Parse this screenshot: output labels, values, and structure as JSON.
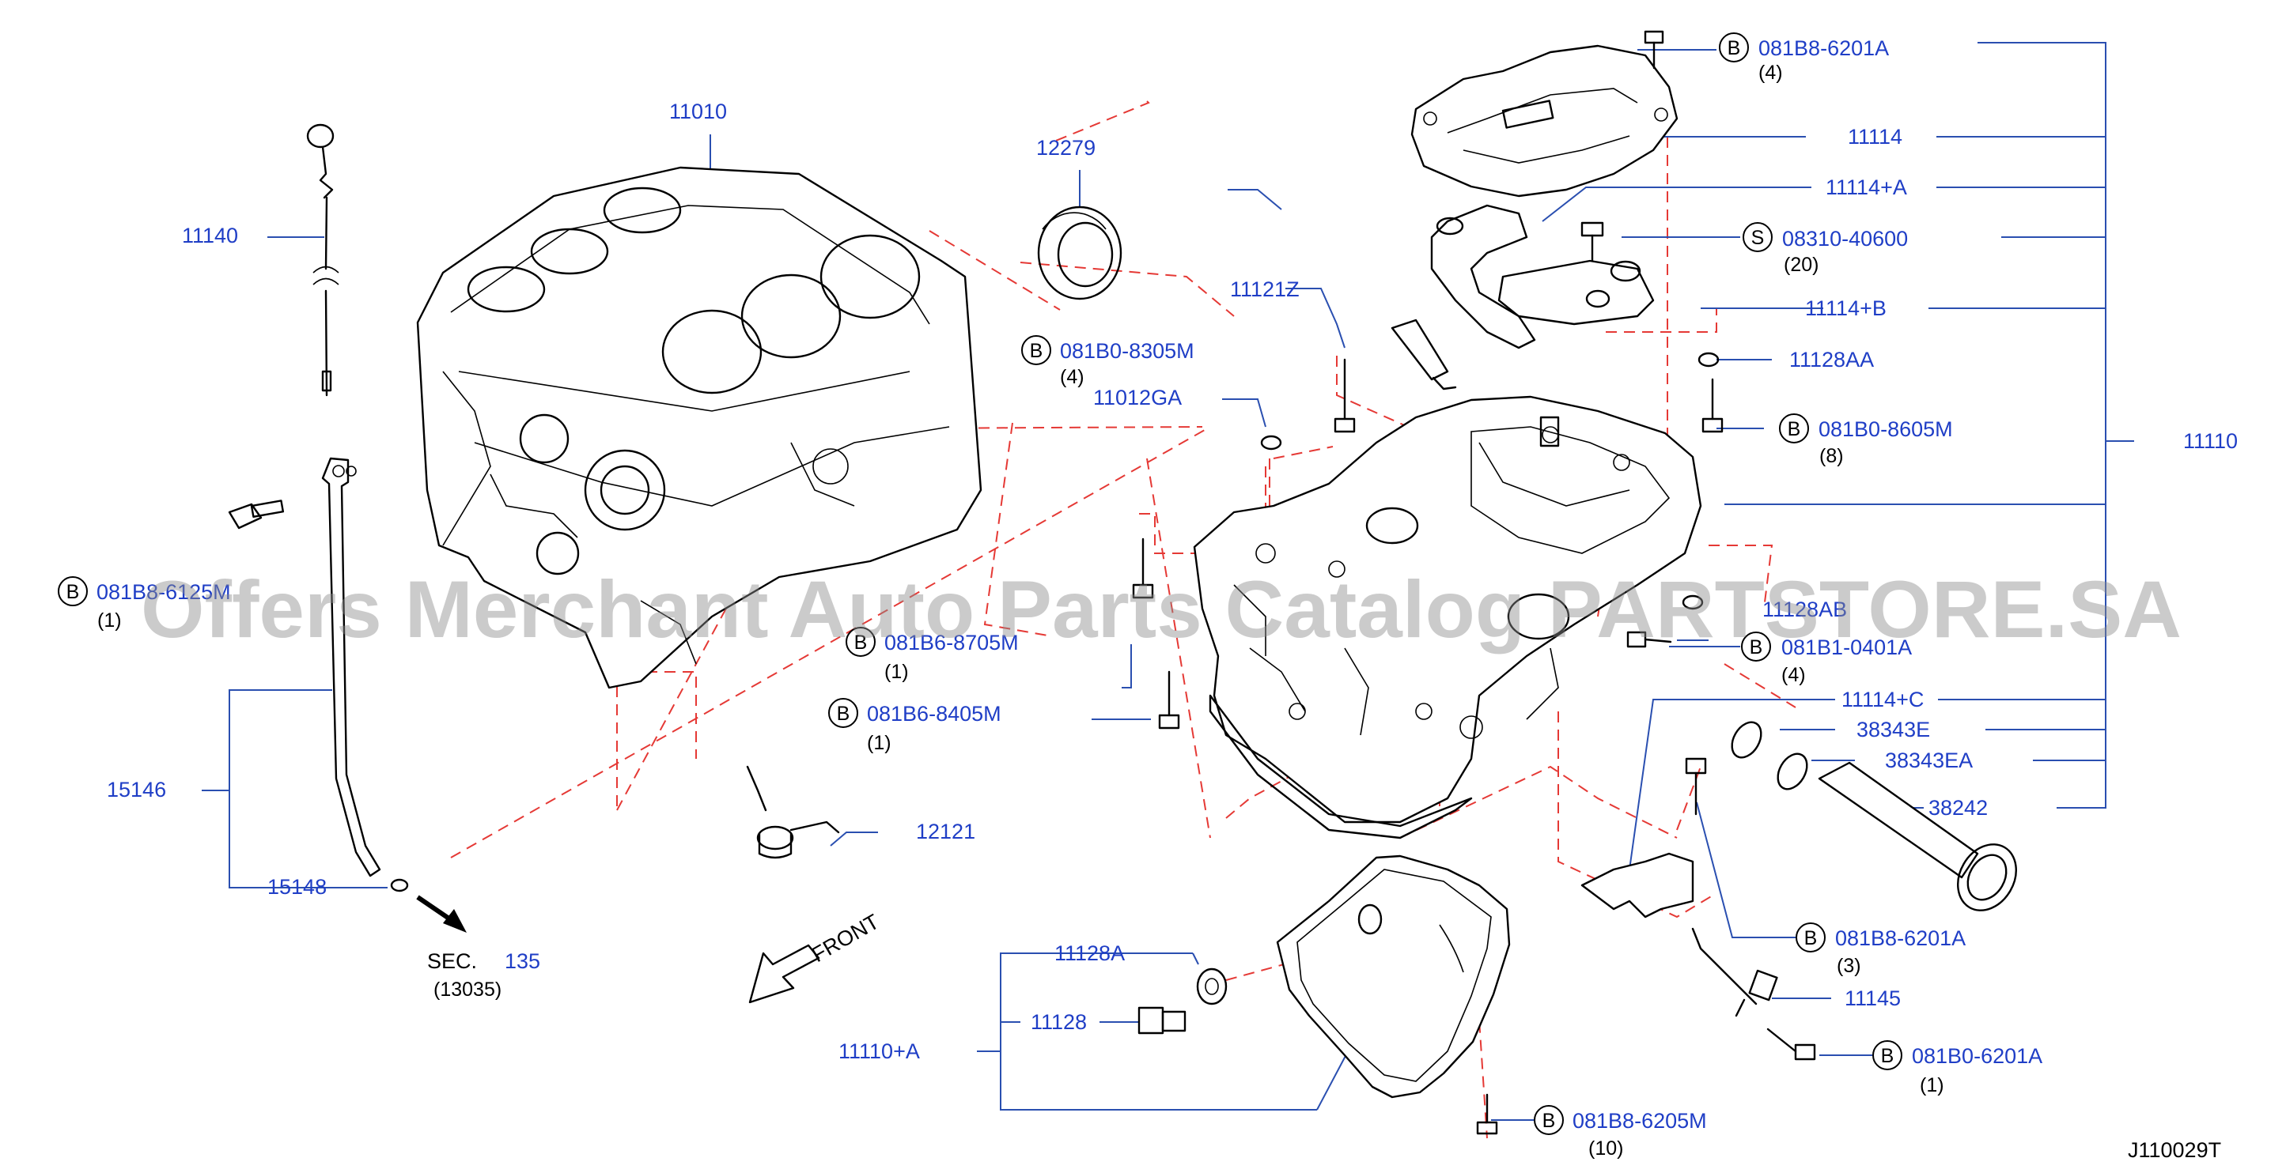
{
  "diagram_code": "J110029T",
  "watermark": "Offers Merchant Auto Parts Catalog PARTSTORE.SA",
  "front_label": "FRONT",
  "sec_ref": {
    "prefix": "SEC.",
    "number": "135",
    "sub": "(13035)"
  },
  "callouts": [
    {
      "id": "pn_11010",
      "part": "11010"
    },
    {
      "id": "pn_12279",
      "part": "12279"
    },
    {
      "id": "pn_11140",
      "part": "11140"
    },
    {
      "id": "pn_081b8_left",
      "badge": "B",
      "part": "081B8-6125M",
      "qty": "(1)"
    },
    {
      "id": "pn_15146",
      "part": "15146"
    },
    {
      "id": "pn_15148",
      "part": "15148"
    },
    {
      "id": "pn_12121",
      "part": "12121"
    },
    {
      "id": "pn_081b0_8305m",
      "badge": "B",
      "part": "081B0-8305M",
      "qty": "(4)"
    },
    {
      "id": "pn_11012ga",
      "part": "11012GA"
    },
    {
      "id": "pn_11121z",
      "part": "11121Z"
    },
    {
      "id": "pn_081b6_8705m",
      "badge": "B",
      "part": "081B6-8705M",
      "qty": "(1)"
    },
    {
      "id": "pn_081b6_8405m",
      "badge": "B",
      "part": "081B6-8405M",
      "qty": "(1)"
    },
    {
      "id": "pn_081b8_6201a_top",
      "badge": "B",
      "part": "081B8-6201A",
      "qty": "(4)"
    },
    {
      "id": "pn_11114",
      "part": "11114"
    },
    {
      "id": "pn_11114a",
      "part": "11114+A"
    },
    {
      "id": "pn_08310",
      "badge": "S",
      "part": "08310-40600",
      "qty": "(20)"
    },
    {
      "id": "pn_11114b",
      "part": "11114+B"
    },
    {
      "id": "pn_11128aa",
      "part": "11128AA"
    },
    {
      "id": "pn_081b0_8605m",
      "badge": "B",
      "part": "081B0-8605M",
      "qty": "(8)"
    },
    {
      "id": "pn_11110",
      "part": "11110"
    },
    {
      "id": "pn_11128ab",
      "part": "11128AB"
    },
    {
      "id": "pn_081b1_0401a",
      "badge": "B",
      "part": "081B1-0401A",
      "qty": "(4)"
    },
    {
      "id": "pn_11114c",
      "part": "11114+C"
    },
    {
      "id": "pn_38343e",
      "part": "38343E"
    },
    {
      "id": "pn_38343ea",
      "part": "38343EA"
    },
    {
      "id": "pn_38242",
      "part": "38242"
    },
    {
      "id": "pn_081b8_6201a_mid",
      "badge": "B",
      "part": "081B8-6201A",
      "qty": "(3)"
    },
    {
      "id": "pn_11145",
      "part": "11145"
    },
    {
      "id": "pn_081b0_6201a",
      "badge": "B",
      "part": "081B0-6201A",
      "qty": "(1)"
    },
    {
      "id": "pn_081b8_6205m",
      "badge": "B",
      "part": "081B8-6205M",
      "qty": "(10)"
    },
    {
      "id": "pn_11128a",
      "part": "11128A"
    },
    {
      "id": "pn_11128",
      "part": "11128"
    },
    {
      "id": "pn_11110a",
      "part": "11110+A"
    }
  ]
}
